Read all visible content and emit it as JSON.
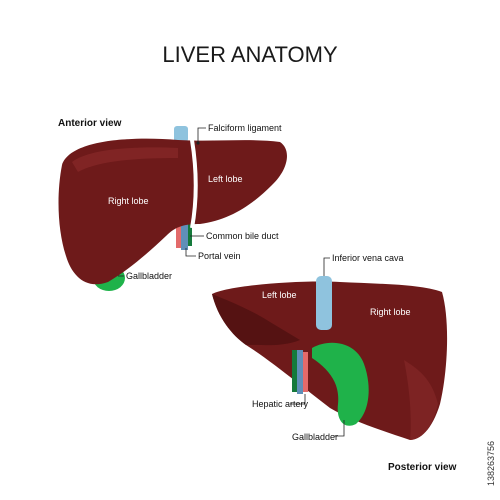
{
  "title": "LIVER ANATOMY",
  "anterior": {
    "view_label": "Anterior view",
    "labels": {
      "falciform": "Falciform ligament",
      "left_lobe": "Left lobe",
      "right_lobe": "Right lobe",
      "common_bile_duct": "Common bile duct",
      "portal_vein": "Portal vein",
      "gallbladder": "Gallbladder"
    }
  },
  "posterior": {
    "view_label": "Posterior view",
    "labels": {
      "ivc": "Inferior vena cava",
      "left_lobe": "Left lobe",
      "right_lobe": "Right lobe",
      "hepatic_artery": "Hepatic artery",
      "gallbladder": "Gallbladder"
    }
  },
  "stock_id": "138263756",
  "colors": {
    "liver": "#6e1a1a",
    "liver_light": "#8c2b2b",
    "gallbladder": "#1fb24a",
    "ivc": "#8fc3de",
    "portal_vein": "#5f8fb8",
    "artery": "#e36a6a",
    "bile_duct": "#157a3c"
  }
}
